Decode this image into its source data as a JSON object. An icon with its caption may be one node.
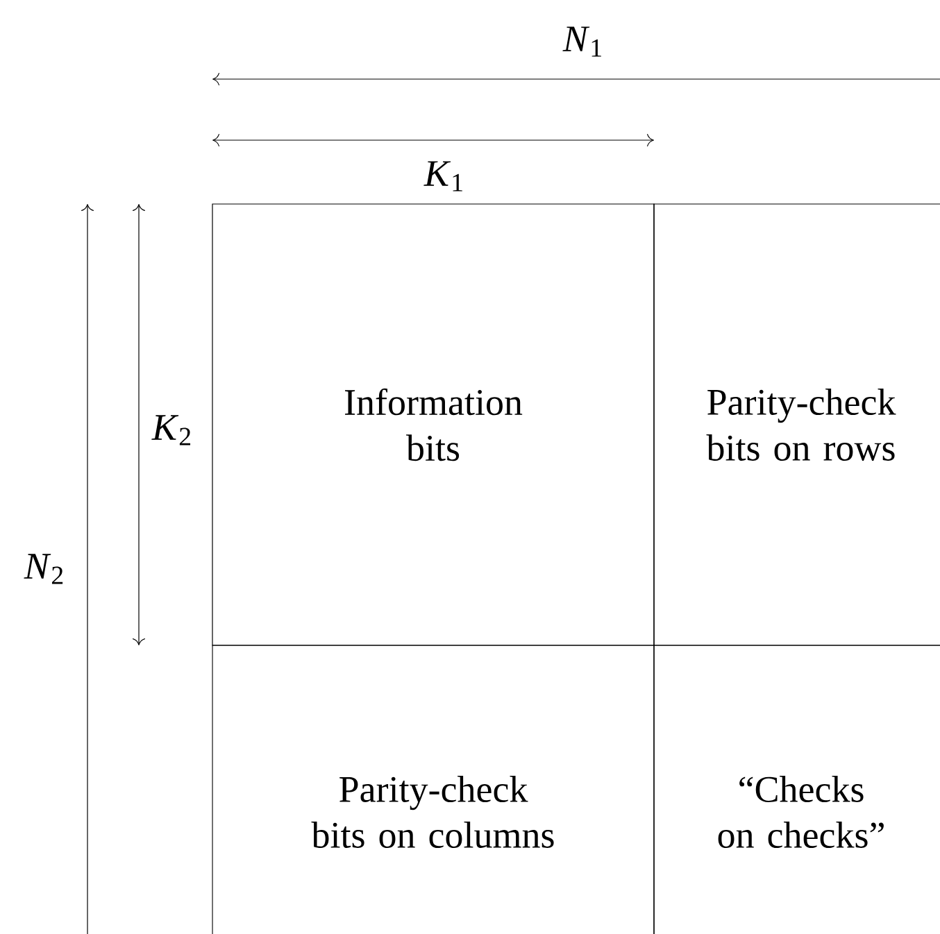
{
  "diagram": {
    "nodes": [
      {
        "text": [
          "Information bits"
        ]
      },
      {
        "text": [
          "Parity-check bits on rows"
        ]
      },
      {
        "text": [
          "Parity-check bits on columns"
        ]
      },
      {
        "text": [
          "“Checks on checks”"
        ]
      }
    ],
    "labels": [
      "*N*$_{1}$",
      "*K*$_{1}$",
      "*K*$_{2}$",
      "*N*$_{2}$"
    ]
  }
}
